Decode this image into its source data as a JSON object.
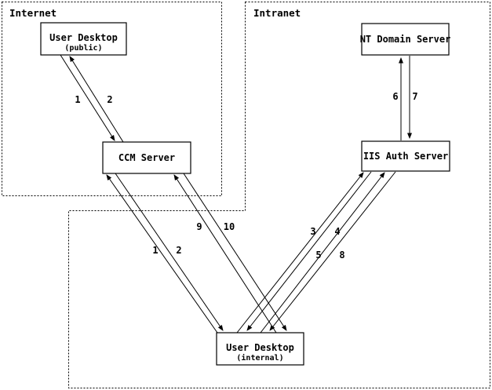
{
  "zones": {
    "internet": {
      "label": "Internet"
    },
    "intranet": {
      "label": "Intranet"
    }
  },
  "nodes": {
    "user_desktop_public": {
      "title": "User Desktop",
      "subtitle": "(public)"
    },
    "ccm_server": {
      "title": "CCM Server"
    },
    "nt_domain_server": {
      "title": "NT Domain Server"
    },
    "iis_auth_server": {
      "title": "IIS Auth Server"
    },
    "user_desktop_internal": {
      "title": "User Desktop",
      "subtitle": "(internal)"
    }
  },
  "flows": [
    {
      "label": "1",
      "from": "user_desktop_public",
      "to": "ccm_server"
    },
    {
      "label": "2",
      "from": "ccm_server",
      "to": "user_desktop_public"
    },
    {
      "label": "1",
      "from": "user_desktop_internal",
      "to": "ccm_server"
    },
    {
      "label": "2",
      "from": "ccm_server",
      "to": "user_desktop_internal"
    },
    {
      "label": "9",
      "from": "user_desktop_internal",
      "to": "ccm_server"
    },
    {
      "label": "10",
      "from": "ccm_server",
      "to": "user_desktop_internal"
    },
    {
      "label": "3",
      "from": "user_desktop_internal",
      "to": "iis_auth_server"
    },
    {
      "label": "4",
      "from": "iis_auth_server",
      "to": "user_desktop_internal"
    },
    {
      "label": "5",
      "from": "user_desktop_internal",
      "to": "iis_auth_server"
    },
    {
      "label": "8",
      "from": "iis_auth_server",
      "to": "user_desktop_internal"
    },
    {
      "label": "6",
      "from": "iis_auth_server",
      "to": "nt_domain_server"
    },
    {
      "label": "7",
      "from": "nt_domain_server",
      "to": "iis_auth_server"
    }
  ],
  "colors": {
    "line": "#000000",
    "background": "#ffffff",
    "box_fill": "#ffffff",
    "text": "#000000"
  }
}
